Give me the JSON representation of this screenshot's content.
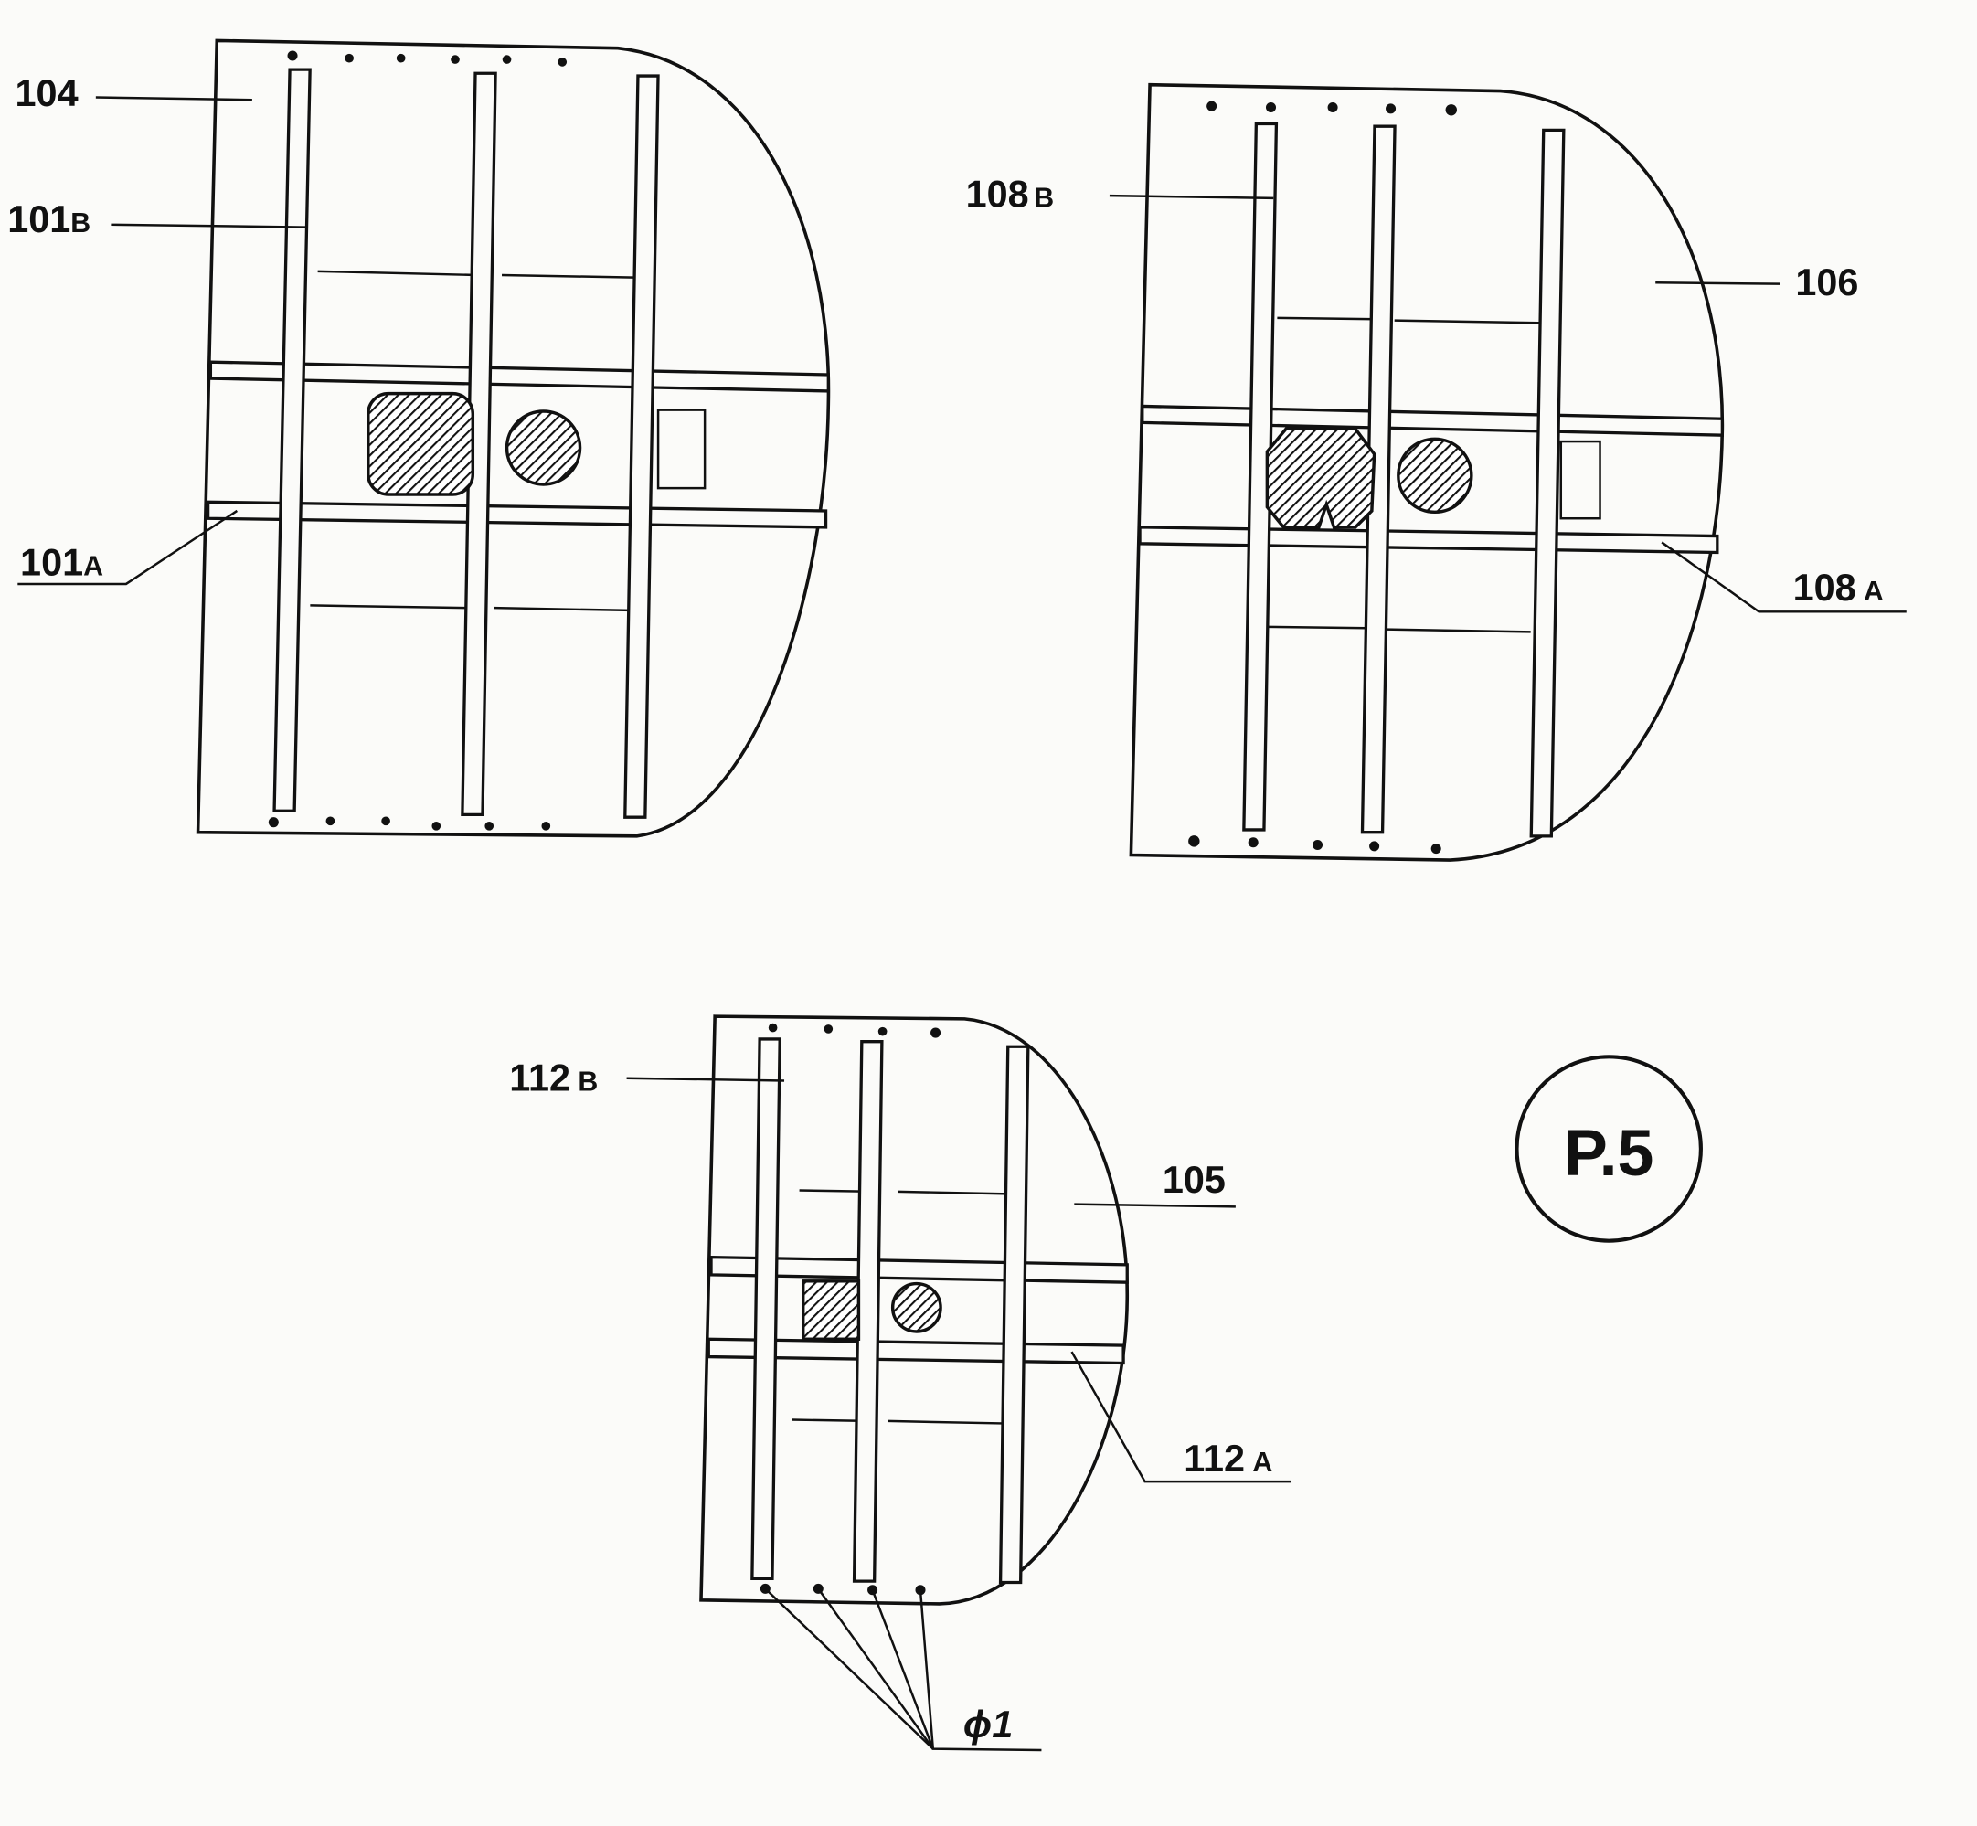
{
  "figure": {
    "page_label": "P.5",
    "panel_top_left": {
      "labels": [
        {
          "num": "104",
          "suffix": ""
        },
        {
          "num": "101",
          "suffix": "B"
        },
        {
          "num": "101",
          "suffix": "A"
        }
      ]
    },
    "panel_top_right": {
      "labels": [
        {
          "num": "108",
          "suffix": "B"
        },
        {
          "num": "106",
          "suffix": ""
        },
        {
          "num": "108",
          "suffix": "A"
        }
      ]
    },
    "panel_bottom": {
      "labels": [
        {
          "num": "112",
          "suffix": "B"
        },
        {
          "num": "105",
          "suffix": ""
        },
        {
          "num": "112",
          "suffix": "A"
        },
        {
          "num": "ϕ1",
          "suffix": ""
        }
      ]
    }
  }
}
